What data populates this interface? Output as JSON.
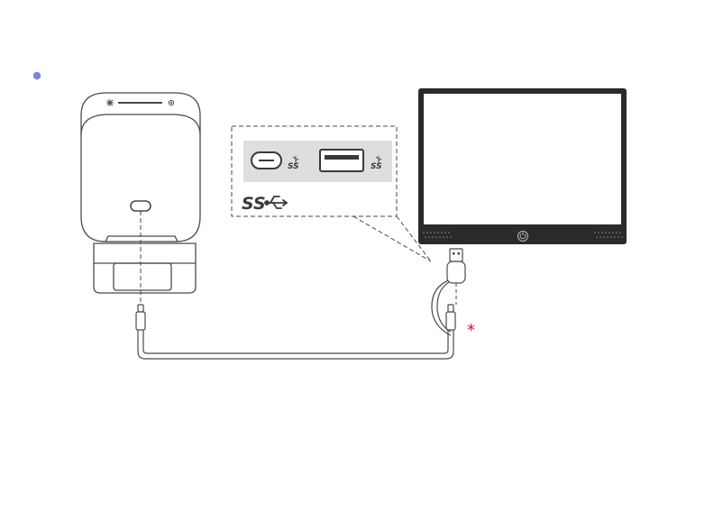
{
  "colors": {
    "bullet": "#7b86d6",
    "line": "#4a4a4a",
    "device_fill": "#ffffff",
    "port_panel": "#dedede",
    "screen_bezel": "#2a2a2a",
    "asterisk": "#d0173c"
  },
  "labels": {
    "superspeed_small_1": "SS",
    "superspeed_small_2": "SS",
    "superspeed_large": "SS",
    "asterisk": "*"
  },
  "icons": {
    "bullet": "bullet-dot-icon",
    "fan": "fan-icon",
    "power": "power-icon",
    "usb_trident": "usb-icon"
  }
}
